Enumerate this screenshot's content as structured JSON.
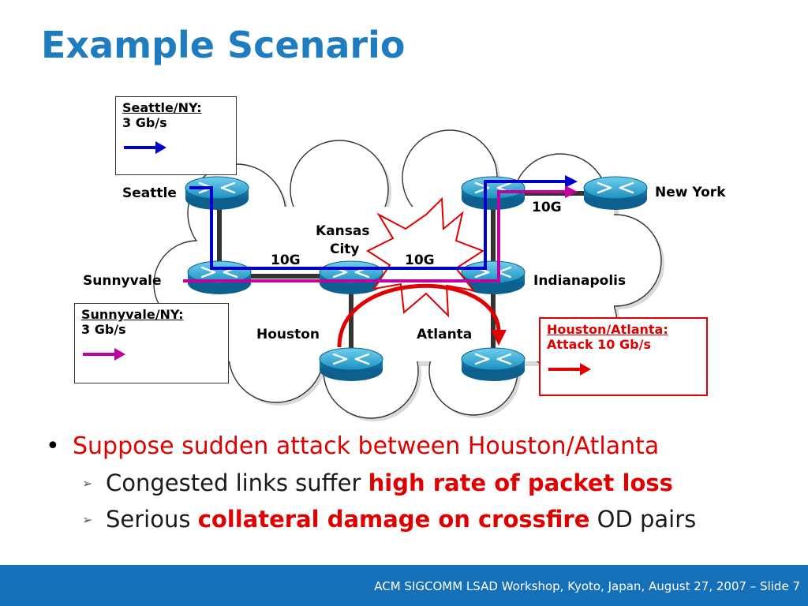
{
  "slide": {
    "title": "Example Scenario",
    "footer": "ACM SIGCOMM LSAD Workshop, Kyoto, Japan, August 27, 2007 – Slide 7"
  },
  "diagram": {
    "nodes": {
      "seattle": "Seattle",
      "new_york": "New York",
      "sunnyvale": "Sunnyvale",
      "kansas_city_line1": "Kansas",
      "kansas_city_line2": "City",
      "indianapolis": "Indianapolis",
      "houston": "Houston",
      "atlanta": "Atlanta"
    },
    "link_labels": {
      "kc_ny": "10G",
      "sunnyvale_kc": "10G",
      "kc_indianapolis": "10G"
    },
    "legend": {
      "seattle_ny_title": "Seattle/NY:",
      "seattle_ny_rate": "3 Gb/s",
      "sunnyvale_ny_title": "Sunnyvale/NY:",
      "sunnyvale_ny_rate": "3 Gb/s",
      "houston_atlanta_title": "Houston/Atlanta:",
      "houston_atlanta_rate": "Attack 10 Gb/s"
    },
    "colors": {
      "seattle_ny_flow": "#0000cc",
      "sunnyvale_ny_flow": "#c000a0",
      "attack_flow": "#e00000",
      "router": "#2aa0c8",
      "title": "#1f7dbf",
      "footer_bg": "#1670b8"
    },
    "icons": [
      "router-icon",
      "explosion-icon",
      "arrow-icon"
    ]
  },
  "bullets": {
    "main": "Suppose sudden attack between Houston/Atlanta",
    "sub1_prefix": "Congested links suffer ",
    "sub1_emphasis": "high rate of packet loss",
    "sub2_prefix": "Serious ",
    "sub2_emphasis": "collateral damage on crossfire",
    "sub2_suffix": " OD pairs"
  }
}
